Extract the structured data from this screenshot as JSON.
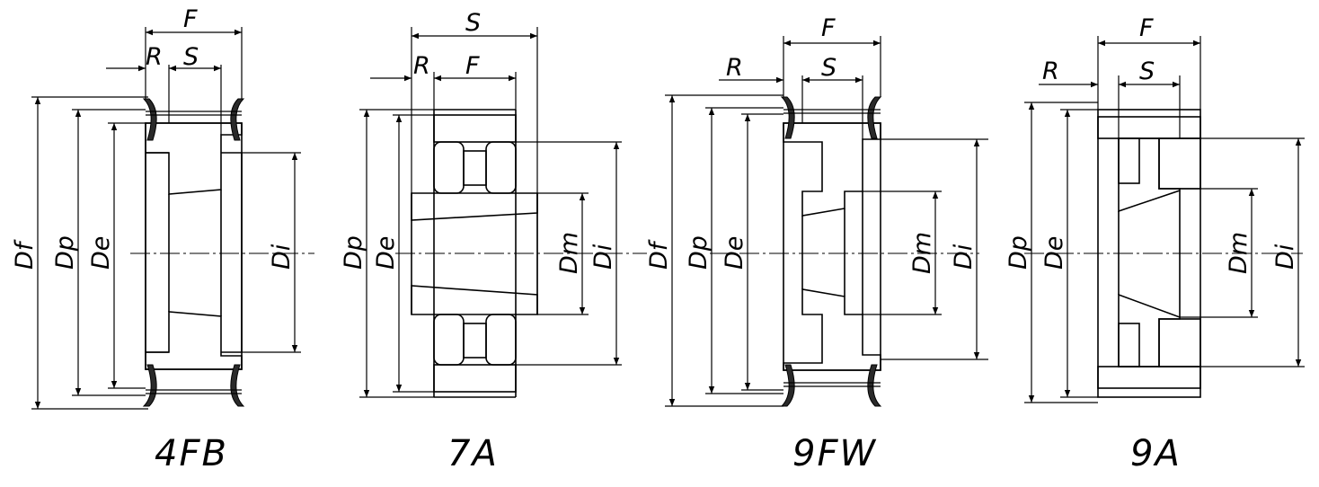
{
  "drawings": [
    {
      "caption": "4FB",
      "dims": {
        "top1": "F",
        "top2_left": "R",
        "top2_right": "S",
        "left1": "Df",
        "left2": "Dp",
        "left3": "De",
        "right1": "Di"
      }
    },
    {
      "caption": "7A",
      "dims": {
        "top1": "S",
        "top2_left": "R",
        "top2_right": "F",
        "left1": "Dp",
        "left2": "De",
        "right1": "Dm",
        "right2": "Di"
      }
    },
    {
      "caption": "9FW",
      "dims": {
        "top1": "F",
        "top2_left": "R",
        "top2_right": "S",
        "left1": "Df",
        "left2": "Dp",
        "left3": "De",
        "right1": "Dm",
        "right2": "Di"
      }
    },
    {
      "caption": "9A",
      "dims": {
        "top1": "F",
        "top2_left": "R",
        "top2_right": "S",
        "left1": "Dp",
        "left2": "De",
        "right1": "Dm",
        "right2": "Di"
      }
    }
  ]
}
